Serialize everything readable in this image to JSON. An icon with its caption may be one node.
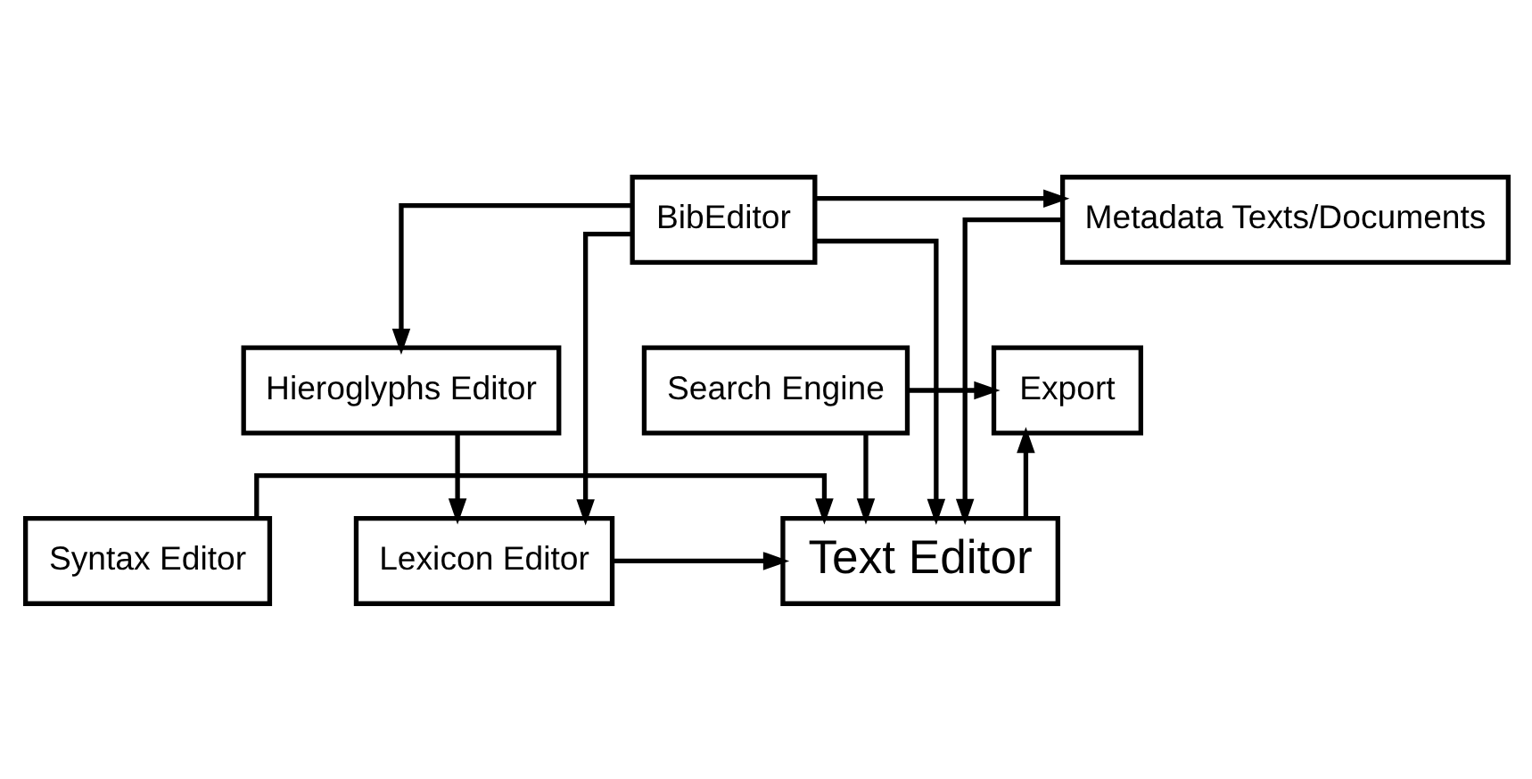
{
  "diagram": {
    "nodes": [
      {
        "text": [
          "Search Engine"
        ]
      },
      {
        "text": [
          "Export"
        ]
      },
      {
        "text": [
          "Lexicon Editor"
        ]
      },
      {
        "text": [
          "Text Editor"
        ]
      },
      {
        "text": [
          "Syntax Editor"
        ]
      },
      {
        "text": [
          "Hieroglyphs Editor"
        ]
      },
      {
        "text": [
          "BibEditor"
        ]
      },
      {
        "text": [
          "Metadata Texts/Documents"
        ]
      }
    ],
    "edges": [
      {
        "from": 0,
        "to": 1,
        "arrow": "to"
      },
      {
        "from": 0,
        "to": 3,
        "arrow": "to"
      },
      {
        "from": 3,
        "to": 1,
        "arrow": "to"
      },
      {
        "from": 2,
        "to": 3,
        "arrow": "to"
      },
      {
        "from": 4,
        "to": 3,
        "arrow": "to"
      },
      {
        "from": 5,
        "to": 2,
        "arrow": "to"
      },
      {
        "from": 6,
        "to": 2,
        "arrow": "to"
      },
      {
        "from": 6,
        "to": 3,
        "arrow": "to"
      },
      {
        "from": 7,
        "to": 3,
        "arrow": "to"
      },
      {
        "from": 6,
        "to": 5,
        "arrow": "to"
      },
      {
        "from": 6,
        "to": 7,
        "arrow": "to"
      }
    ]
  }
}
